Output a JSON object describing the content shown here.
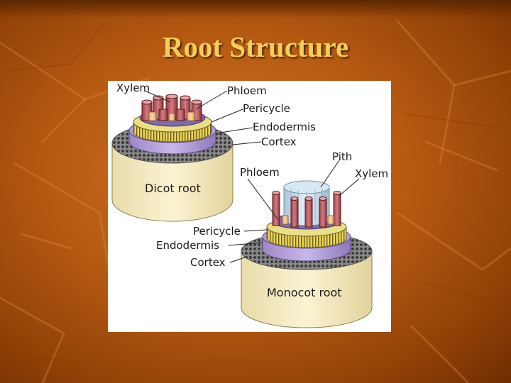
{
  "slide": {
    "title": "Root Structure",
    "colors": {
      "background": "#b65a12",
      "title": "#f2cf5a",
      "panel": "#ffffff"
    }
  },
  "diagram": {
    "dicot": {
      "name": "Dicot root",
      "labels": {
        "xylem": "Xylem",
        "phloem": "Phloem",
        "pericycle": "Pericycle",
        "endodermis": "Endodermis",
        "cortex": "Cortex"
      }
    },
    "monocot": {
      "name": "Monocot root",
      "labels": {
        "pith": "Pith",
        "phloem": "Phloem",
        "xylem": "Xylem",
        "pericycle": "Pericycle",
        "endodermis": "Endodermis",
        "cortex": "Cortex"
      }
    }
  }
}
